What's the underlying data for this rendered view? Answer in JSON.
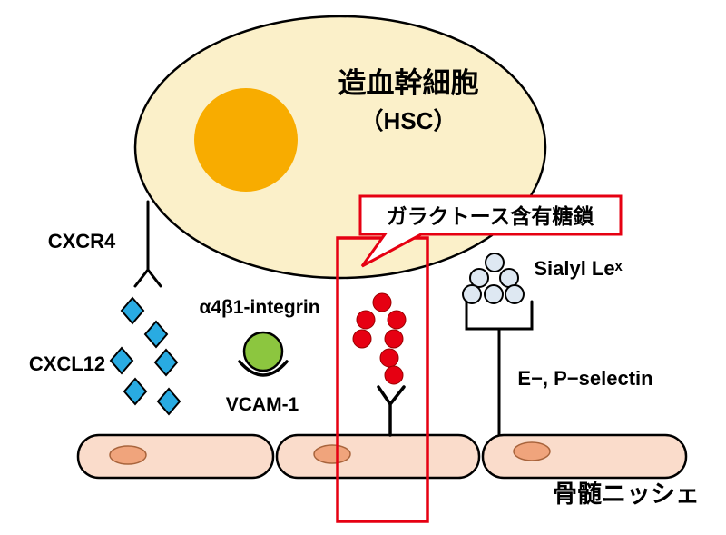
{
  "figure": {
    "cell": {
      "name": "造血幹細胞",
      "abbr": "（HSC）"
    },
    "chemokine_axis": {
      "receptor": "CXCR4",
      "ligand": "CXCL12"
    },
    "integrin_axis": {
      "receptor": "α4β1-integrin",
      "ligand": "VCAM-1"
    },
    "glycan_callout": {
      "text": "ガラクトース含有糖鎖"
    },
    "selectin_axis": {
      "ligand": "Sialyl Leˣ",
      "receptor": "E−, P−selectin"
    },
    "niche": {
      "label": "骨髄ニッシェ"
    }
  },
  "colors": {
    "cell_fill": "#FBF0C9",
    "nucleus_fill": "#F8AC00",
    "diamond_fill": "#29ABE2",
    "integrin_ball_fill": "#8CC63F",
    "glycan_fill": "#E60012",
    "sialyl_fill": "#DEE8F2",
    "capsule_fill": "#FADCCB",
    "capsule_oval_fill": "#F0A47C",
    "accent_red": "#E60012",
    "outline": "#000000"
  }
}
